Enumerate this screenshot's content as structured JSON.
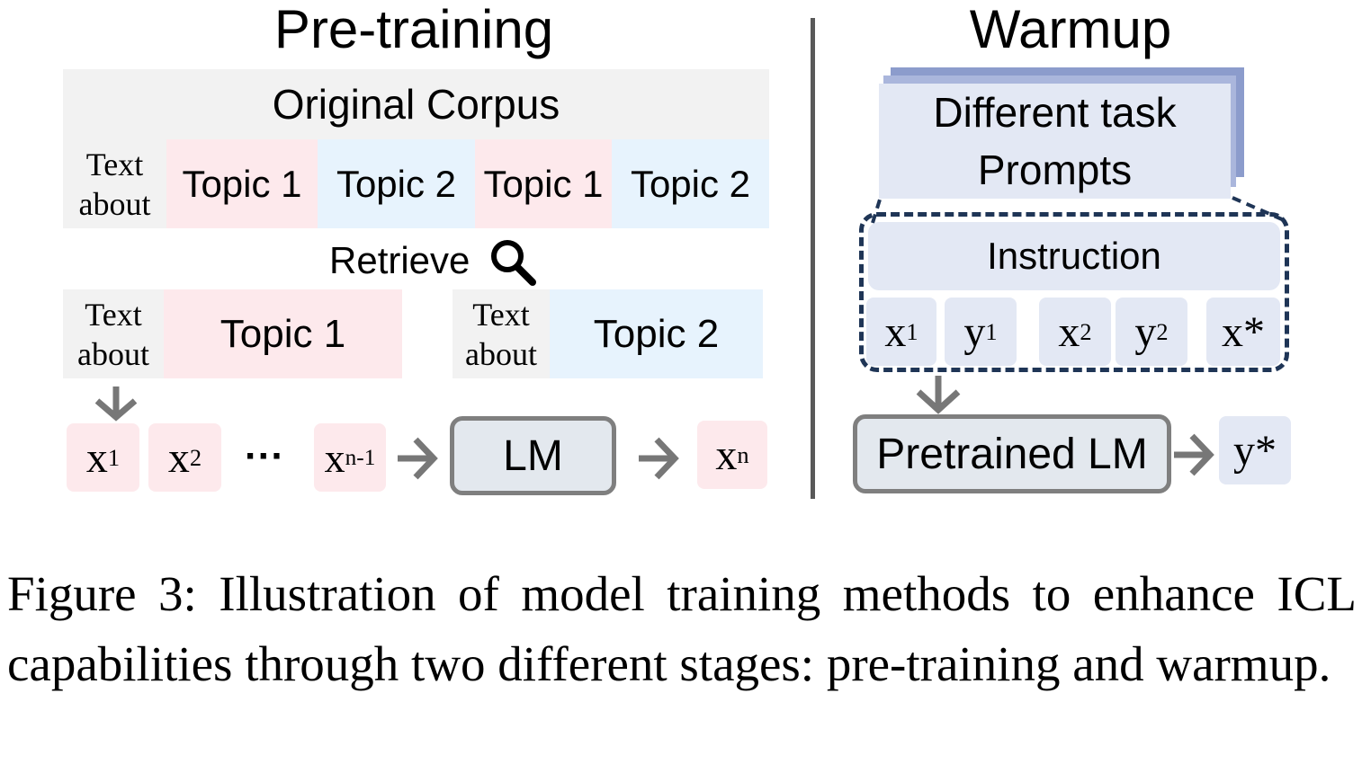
{
  "pretraining": {
    "title": "Pre-training",
    "corpus_label": "Original Corpus",
    "corpus_row": {
      "text_about_line1": "Text",
      "text_about_line2": "about",
      "segments": [
        "Topic 1",
        "Topic 2",
        "Topic 1",
        "Topic 2"
      ]
    },
    "retrieve_label": "Retrieve",
    "retrieved": [
      {
        "text_line1": "Text",
        "text_line2": "about",
        "topic": "Topic 1"
      },
      {
        "text_line1": "Text",
        "text_line2": "about",
        "topic": "Topic 2"
      }
    ],
    "sequence": {
      "x1": "x",
      "x1_sub": "1",
      "x2": "x",
      "x2_sub": "2",
      "ellipsis": "···",
      "xn1": "x",
      "xn1_sub": "n-1",
      "lm": "LM",
      "xn": "x",
      "xn_sub": "n"
    }
  },
  "warmup": {
    "title": "Warmup",
    "prompts_line1": "Different task",
    "prompts_line2": "Prompts",
    "instruction": "Instruction",
    "examples": [
      {
        "base": "x",
        "sub": "1"
      },
      {
        "base": "y",
        "sub": "1"
      },
      {
        "base": "x",
        "sub": "2"
      },
      {
        "base": "y",
        "sub": "2"
      }
    ],
    "query": "x*",
    "pretrained_lm": "Pretrained LM",
    "output": "y*"
  },
  "caption": "Figure 3: Illustration of model training methods to enhance ICL capabilities through two different stages: pre-training and warmup."
}
